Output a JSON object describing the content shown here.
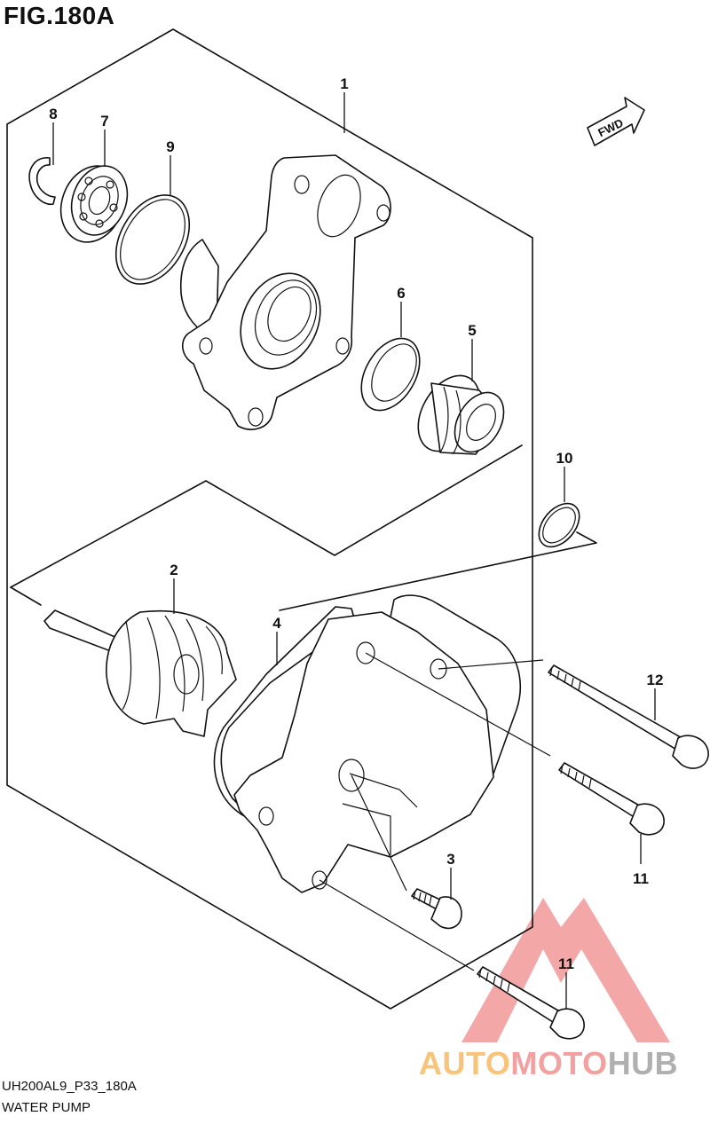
{
  "figure": {
    "title": "FIG.180A",
    "model_code": "UH200AL9_P33_180A",
    "assembly_name": "WATER PUMP",
    "direction_tag": "FWD"
  },
  "callouts": {
    "c1": "1",
    "c2": "2",
    "c3": "3",
    "c4": "4",
    "c5": "5",
    "c6": "6",
    "c7": "7",
    "c8": "8",
    "c9": "9",
    "c10": "10",
    "c11a": "11",
    "c11b": "11",
    "c12": "12"
  },
  "watermark": {
    "part1": "AUTO",
    "part2": "MOTO",
    "part3": "HUB",
    "colors": {
      "auto": "#f7c47a",
      "moto": "#f3a0a0",
      "hub": "#b0b0b0",
      "triangle": "#f08a8a"
    }
  }
}
